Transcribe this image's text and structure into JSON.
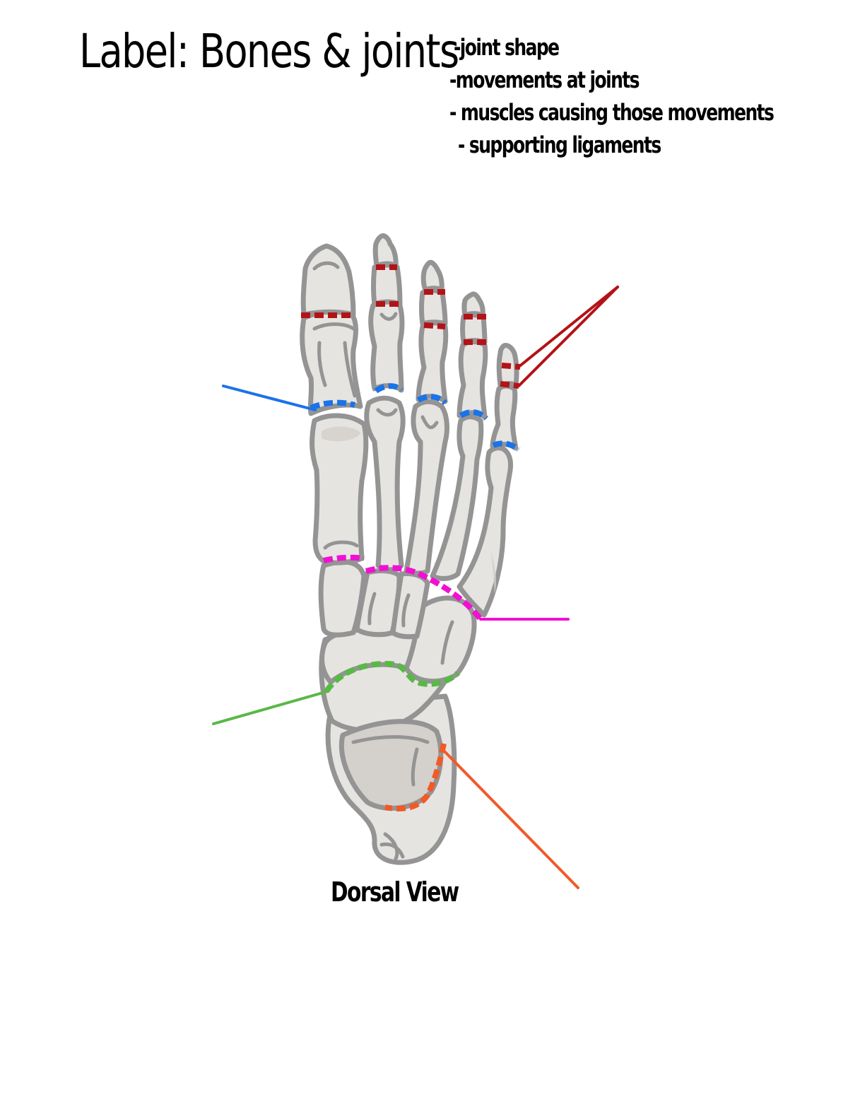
{
  "worksheet": {
    "title": "Label: Bones & joints",
    "checklist": [
      "-joint shape",
      "-movements at joints",
      "- muscles causing those movements",
      "- supporting ligaments"
    ],
    "caption": "Dorsal View"
  },
  "diagram": {
    "subject": "foot skeleton",
    "view": "dorsal",
    "joint_groups": [
      {
        "id": "interphalangeal",
        "color": "#b31217",
        "leader_count": 2,
        "leader_side": "right",
        "label": ""
      },
      {
        "id": "metatarsophalangeal",
        "color": "#1a73e8",
        "leader_count": 1,
        "leader_side": "left",
        "label": ""
      },
      {
        "id": "tarsometatarsal",
        "color": "#f20fd2",
        "leader_count": 1,
        "leader_side": "right",
        "label": ""
      },
      {
        "id": "transverse-tarsal",
        "color": "#59b847",
        "leader_count": 1,
        "leader_side": "left",
        "label": ""
      },
      {
        "id": "subtalar",
        "color": "#f05a28",
        "leader_count": 1,
        "leader_side": "right",
        "label": ""
      }
    ],
    "colors": {
      "bone_fill": "#e6e4e1",
      "bone_outline": "#949494",
      "bone_shade": "#d2cfca"
    }
  }
}
